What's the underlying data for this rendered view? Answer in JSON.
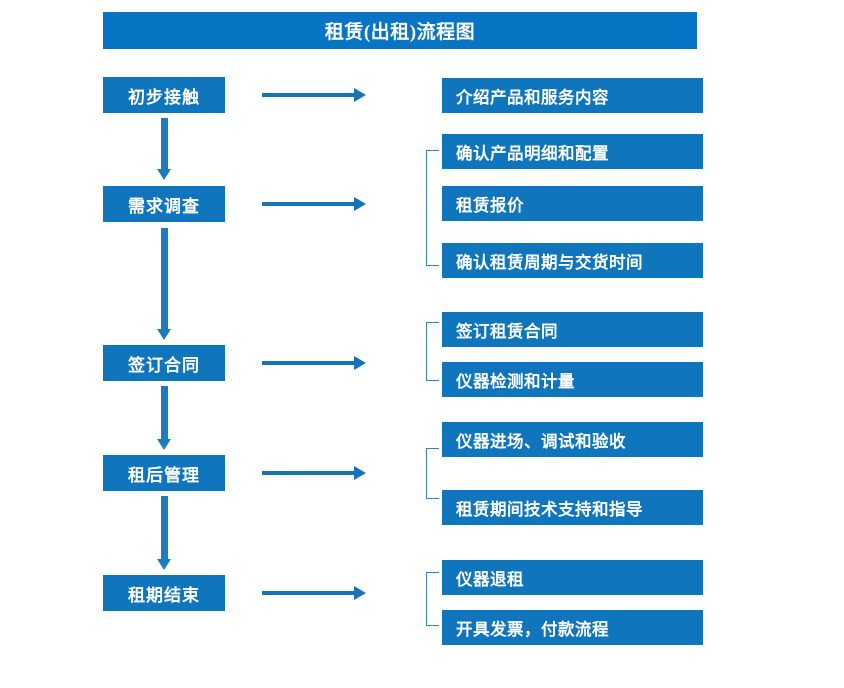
{
  "diagram": {
    "title": "租赁(出租)流程图",
    "accent_color": "#0f76bd",
    "title_bar_color": "#0874c4",
    "arrow_color": "#1673b8",
    "bracket_color": "#3b7fc4",
    "stages": [
      {
        "label": "初步接触"
      },
      {
        "label": "需求调查"
      },
      {
        "label": "签订合同"
      },
      {
        "label": "租后管理"
      },
      {
        "label": "租期结束"
      }
    ],
    "details": [
      {
        "label": "介绍产品和服务内容"
      },
      {
        "label": "确认产品明细和配置"
      },
      {
        "label": "租赁报价"
      },
      {
        "label": "确认租赁周期与交货时间"
      },
      {
        "label": "签订租赁合同"
      },
      {
        "label": "仪器检测和计量"
      },
      {
        "label": "仪器进场、调试和验收"
      },
      {
        "label": "租赁期间技术支持和指导"
      },
      {
        "label": "仪器退租"
      },
      {
        "label": "开具发票，付款流程"
      }
    ]
  }
}
